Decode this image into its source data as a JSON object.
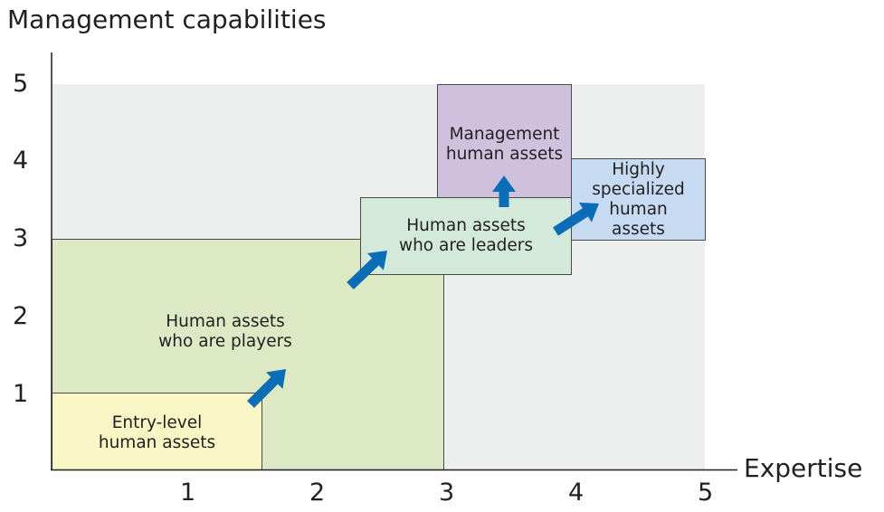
{
  "y_axis": {
    "title": "Management capabilities",
    "ticks": [
      "1",
      "2",
      "3",
      "4",
      "5"
    ]
  },
  "x_axis": {
    "title": "Expertise",
    "ticks": [
      "1",
      "2",
      "3",
      "4",
      "5"
    ]
  },
  "boxes": {
    "entry": {
      "label": "Entry-level\nhuman assets",
      "color": "#f7f6c4"
    },
    "players": {
      "label": "Human assets\nwho are players",
      "color": "#dde9c4"
    },
    "leaders": {
      "label": "Human assets\nwho are leaders",
      "color": "#d3e9da"
    },
    "management": {
      "label": "Management\nhuman assets",
      "color": "#cfc0de"
    },
    "specialized": {
      "label": "Highly\nspecialized\nhuman\nassets",
      "color": "#c6daf1"
    }
  },
  "colors": {
    "background_area": "#edefee",
    "arrow": "#0b6db5"
  }
}
